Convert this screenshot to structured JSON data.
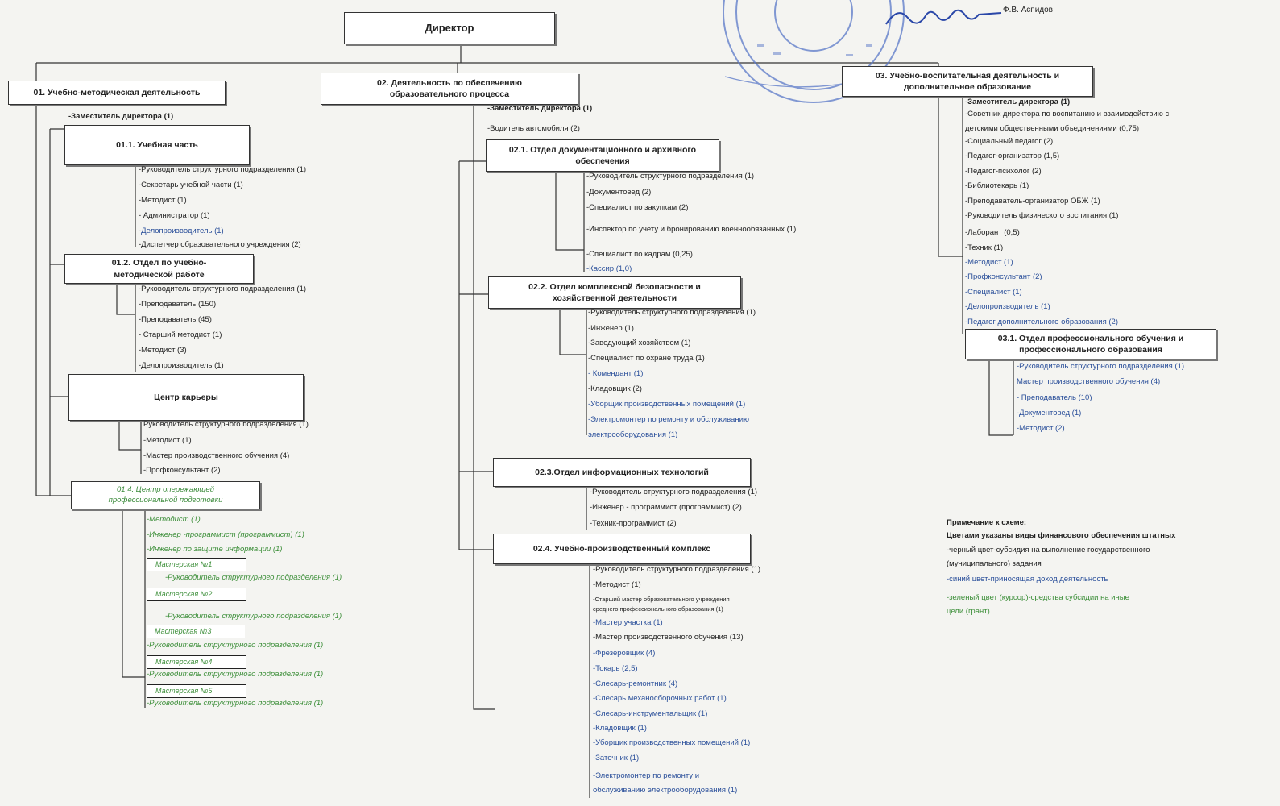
{
  "director": "Директор",
  "approval": {
    "signer": "Ф.В. Аспидов"
  },
  "dept01": {
    "title": "01. Учебно-методическая деятельность",
    "deputy": "-Заместитель директора (1)",
    "u011": {
      "title": "01.1. Учебная часть",
      "items": [
        "-Руководитель структурного подразделения (1)",
        "-Секретарь учебной части (1)",
        "-Методист (1)",
        "- Администратор (1)",
        "-Делопроизводитель (1)",
        "-Диспетчер образовательного учреждения (2)"
      ]
    },
    "u012": {
      "title": "01.2. Отдел по учебно-методической работе",
      "items": [
        "-Руководитель структурного подразделения (1)",
        "-Преподаватель (150)",
        "-Преподаватель (45)",
        "- Старший методист (1)",
        "-Методист (3)",
        "-Делопроизводитель (1)"
      ]
    },
    "u013": {
      "title": "Центр карьеры",
      "items": [
        "Руководитель структурного подразделения (1)",
        "-Методист (1)",
        "-Мастер производственного обучения (4)",
        "-Профконсультант (2)"
      ]
    },
    "u014": {
      "title": "01.4. Центр опережающей профессиональной подготовки",
      "items": [
        "-Методист (1)",
        "-Инженер -программист (программист) (1)",
        "-Инженер по защите информации (1)"
      ],
      "workshops": [
        {
          "name": "Мастерская №1",
          "head": "-Руководитель структурного подразделения (1)"
        },
        {
          "name": "Мастерская №2",
          "head": "-Руководитель структурного подразделения (1)"
        },
        {
          "name": "Мастерская №3",
          "head": "-Руководитель структурного подразделения (1)"
        },
        {
          "name": "Мастерская №4",
          "head": "-Руководитель структурного подразделения (1)"
        },
        {
          "name": "Мастерская №5",
          "head": "-Руководитель структурного подразделения (1)"
        }
      ]
    }
  },
  "dept02": {
    "title": "02. Деятельность по обеспечению образовательного процесса",
    "deputy": "-Заместитель директора (1)",
    "driver": "-Водитель автомобиля (2)",
    "u021": {
      "title": "02.1. Отдел документационного и архивного обеспечения",
      "items": [
        "-Руководитель структурного подразделения (1)",
        "-Документовед (2)",
        "-Специалист по закупкам (2)",
        "-Инспектор по учету и бронированию военнообязанных (1)",
        "-Специалист по кадрам (0,25)",
        "-Кассир (1,0)"
      ]
    },
    "u022": {
      "title": "02.2. Отдел комплексной безопасности и хозяйственной деятельности",
      "items": [
        "-Руководитель структурного подразделения (1)",
        "-Инженер (1)",
        "-Заведующий хозяйством (1)",
        "-Специалист по охране труда (1)",
        "- Комендант (1)",
        "-Кладовщик (2)",
        "-Уборщик производственных помещений (1)",
        "-Электромонтер по ремонту и обслуживанию",
        "электрооборудования (1)"
      ]
    },
    "u023": {
      "title": "02.3.Отдел информационных технологий",
      "items": [
        "-Руководитель структурного подразделения (1)",
        "-Инженер - программист (программист) (2)",
        "-Техник-программист (2)"
      ]
    },
    "u024": {
      "title": "02.4. Учебно-производственный комплекс",
      "items": [
        "-Руководитель структурного подразделения (1)",
        "-Методист (1)",
        "-Старший мастер образовательного учреждения",
        "среднего профессионального образования (1)",
        "-Мастер участка (1)",
        "-Мастер производственного обучения (13)",
        "-Фрезеровщик (4)",
        "-Токарь (2,5)",
        "-Слесарь-ремонтник (4)",
        "-Слесарь механосборочных работ (1)",
        "-Слесарь-инструментальщик (1)",
        "-Кладовщик (1)",
        "-Уборщик производственных помещений (1)",
        "-Заточник (1)",
        "-Электромонтер по ремонту и",
        "обслуживанию электрооборудования (1)"
      ]
    }
  },
  "dept03": {
    "title": "03. Учебно-воспитательная деятельность и дополнительное образование",
    "items": [
      "-Заместитель директора (1)",
      "-Советник директора по воспитанию и взаимодействию с",
      "детскими общественными объединениями (0,75)",
      "-Социальный педагог (2)",
      "-Педагог-организатор (1,5)",
      "-Педагог-психолог (2)",
      "-Библиотекарь (1)",
      "-Преподаватель-организатор ОБЖ (1)",
      "-Руководитель физического воспитания (1)",
      "-Лаборант (0,5)",
      "-Техник (1)",
      "-Методист (1)",
      "-Профконсультант (2)",
      "-Специалист (1)",
      "-Делопроизводитель (1)",
      "-Педагог дополнительного образования (2)"
    ],
    "u031": {
      "title": "03.1. Отдел профессионального обучения и профессионального образования",
      "items": [
        "-Руководитель структурного подразделения (1)",
        "Мастер производственного обучения (4)",
        "- Преподаватель (10)",
        "-Документовед (1)",
        "-Методист (2)"
      ]
    }
  },
  "note": {
    "heading": "Примечание к схеме:",
    "legend": "Цветами указаны виды финансового обеспечения штатных",
    "black1": "-черный цвет-субсидия на выполнение государственного",
    "black2": "(муниципального) задания",
    "blue": "-синий цвет-приносящая доход деятельность",
    "green1": "-зеленый цвет (курсор)-средства субсидии на иные",
    "green2": "цели (грант)"
  },
  "colors": {
    "black": "#222222",
    "blue": "#2a4f9a",
    "green": "#3d8f3a",
    "stamp": "#5a78c8"
  }
}
